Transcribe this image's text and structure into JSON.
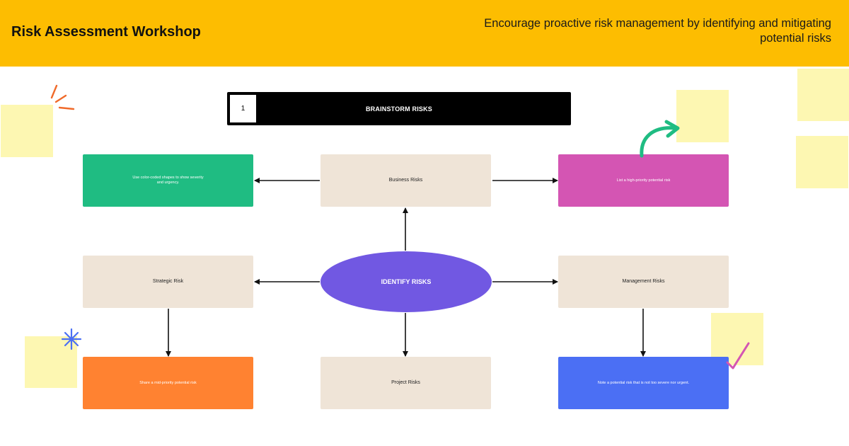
{
  "header": {
    "title": "Risk Assessment Workshop",
    "subtitle": "Encourage proactive risk management by identifying and mitigating potential risks"
  },
  "stage": {
    "number": "1",
    "title": "BRAINSTORM RISKS"
  },
  "center": {
    "label": "IDENTIFY RISKS"
  },
  "nodes": {
    "business": "Business Risks",
    "strategic": "Strategic Risk",
    "management": "Management Risks",
    "project": "Project Risks",
    "green": "Use color-coded shapes to show severity and urgency.",
    "pink": "List a high-priority potential risk",
    "orange": "Share a mid-priority potential risk",
    "blue": "Note a potential risk that is not too severe nor urgent."
  },
  "colors": {
    "header": "#fdbd01",
    "green": "#1fbc82",
    "pink": "#d455b3",
    "orange": "#ff8231",
    "blue": "#4b6ff4",
    "purple": "#7158e2",
    "beige": "#efe4d7",
    "sticky": "#fdf7b2"
  },
  "decorations": [
    "spark-icon",
    "asterisk-icon",
    "curved-arrow-icon",
    "checkmark-icon"
  ]
}
